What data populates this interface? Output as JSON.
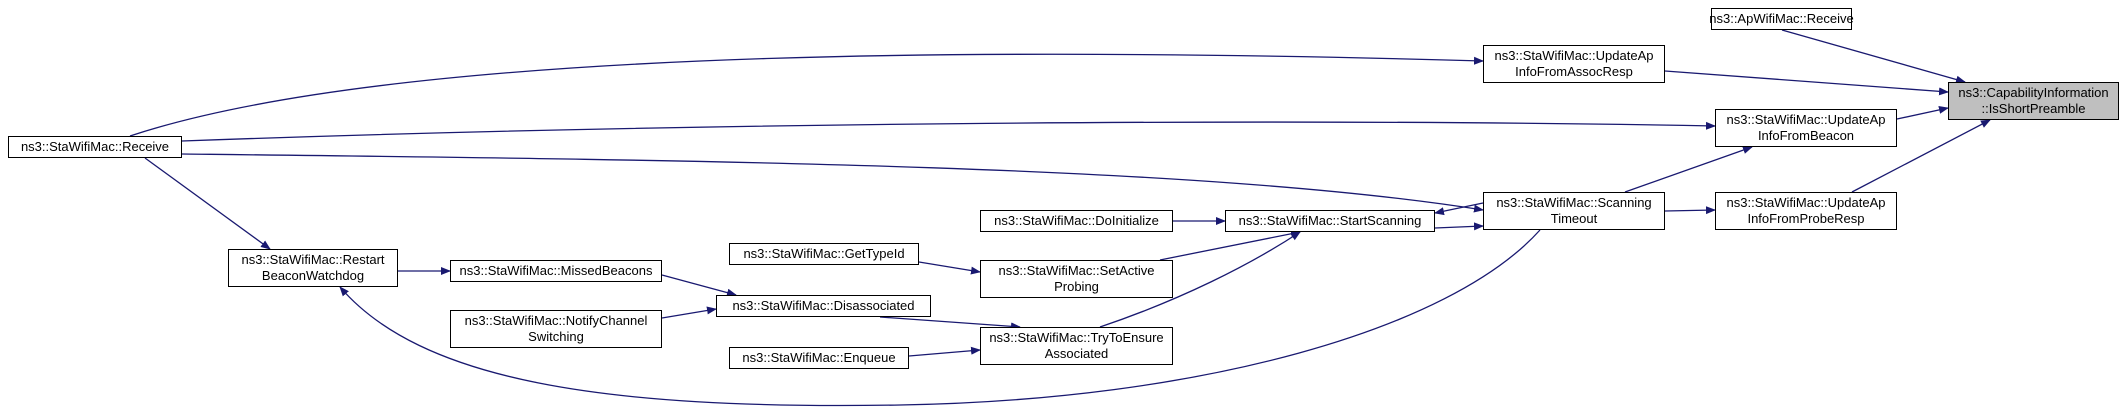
{
  "graph": {
    "edge_color": "#191970",
    "root_fill": "#bfbfbf",
    "nodes": {
      "root": [
        "ns3::CapabilityInformation",
        "::IsShortPreamble"
      ],
      "ap_receive": [
        "ns3::ApWifiMac::Receive"
      ],
      "update_assoc": [
        "ns3::StaWifiMac::UpdateAp",
        "InfoFromAssocResp"
      ],
      "update_beacon": [
        "ns3::StaWifiMac::UpdateAp",
        "InfoFromBeacon"
      ],
      "update_probe": [
        "ns3::StaWifiMac::UpdateAp",
        "InfoFromProbeResp"
      ],
      "sta_receive": [
        "ns3::StaWifiMac::Receive"
      ],
      "scanning_timeout": [
        "ns3::StaWifiMac::Scanning",
        "Timeout"
      ],
      "start_scanning": [
        "ns3::StaWifiMac::StartScanning"
      ],
      "do_initialize": [
        "ns3::StaWifiMac::DoInitialize"
      ],
      "set_active_probing": [
        "ns3::StaWifiMac::SetActive",
        "Probing"
      ],
      "get_type_id": [
        "ns3::StaWifiMac::GetTypeId"
      ],
      "try_to_ensure": [
        "ns3::StaWifiMac::TryToEnsure",
        "Associated"
      ],
      "enqueue": [
        "ns3::StaWifiMac::Enqueue"
      ],
      "disassociated": [
        "ns3::StaWifiMac::Disassociated"
      ],
      "notify_channel": [
        "ns3::StaWifiMac::NotifyChannel",
        "Switching"
      ],
      "missed_beacons": [
        "ns3::StaWifiMac::MissedBeacons"
      ],
      "restart_watchdog": [
        "ns3::StaWifiMac::Restart",
        "BeaconWatchdog"
      ]
    }
  }
}
